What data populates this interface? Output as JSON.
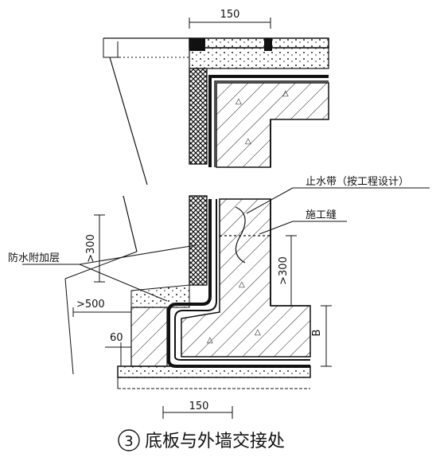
{
  "dimensions": {
    "top_width": "150",
    "bottom_width": "150",
    "left_upturn": ">300",
    "right_height": ">300",
    "extend": ">500",
    "step": "60",
    "b_label": "B"
  },
  "annotations": {
    "waterstop": "止水带（按工程设计）",
    "construction_joint": "施工缝",
    "waterproof_layer": "防水附加层"
  },
  "caption": {
    "number": "3",
    "title": "底板与外墙交接处"
  }
}
